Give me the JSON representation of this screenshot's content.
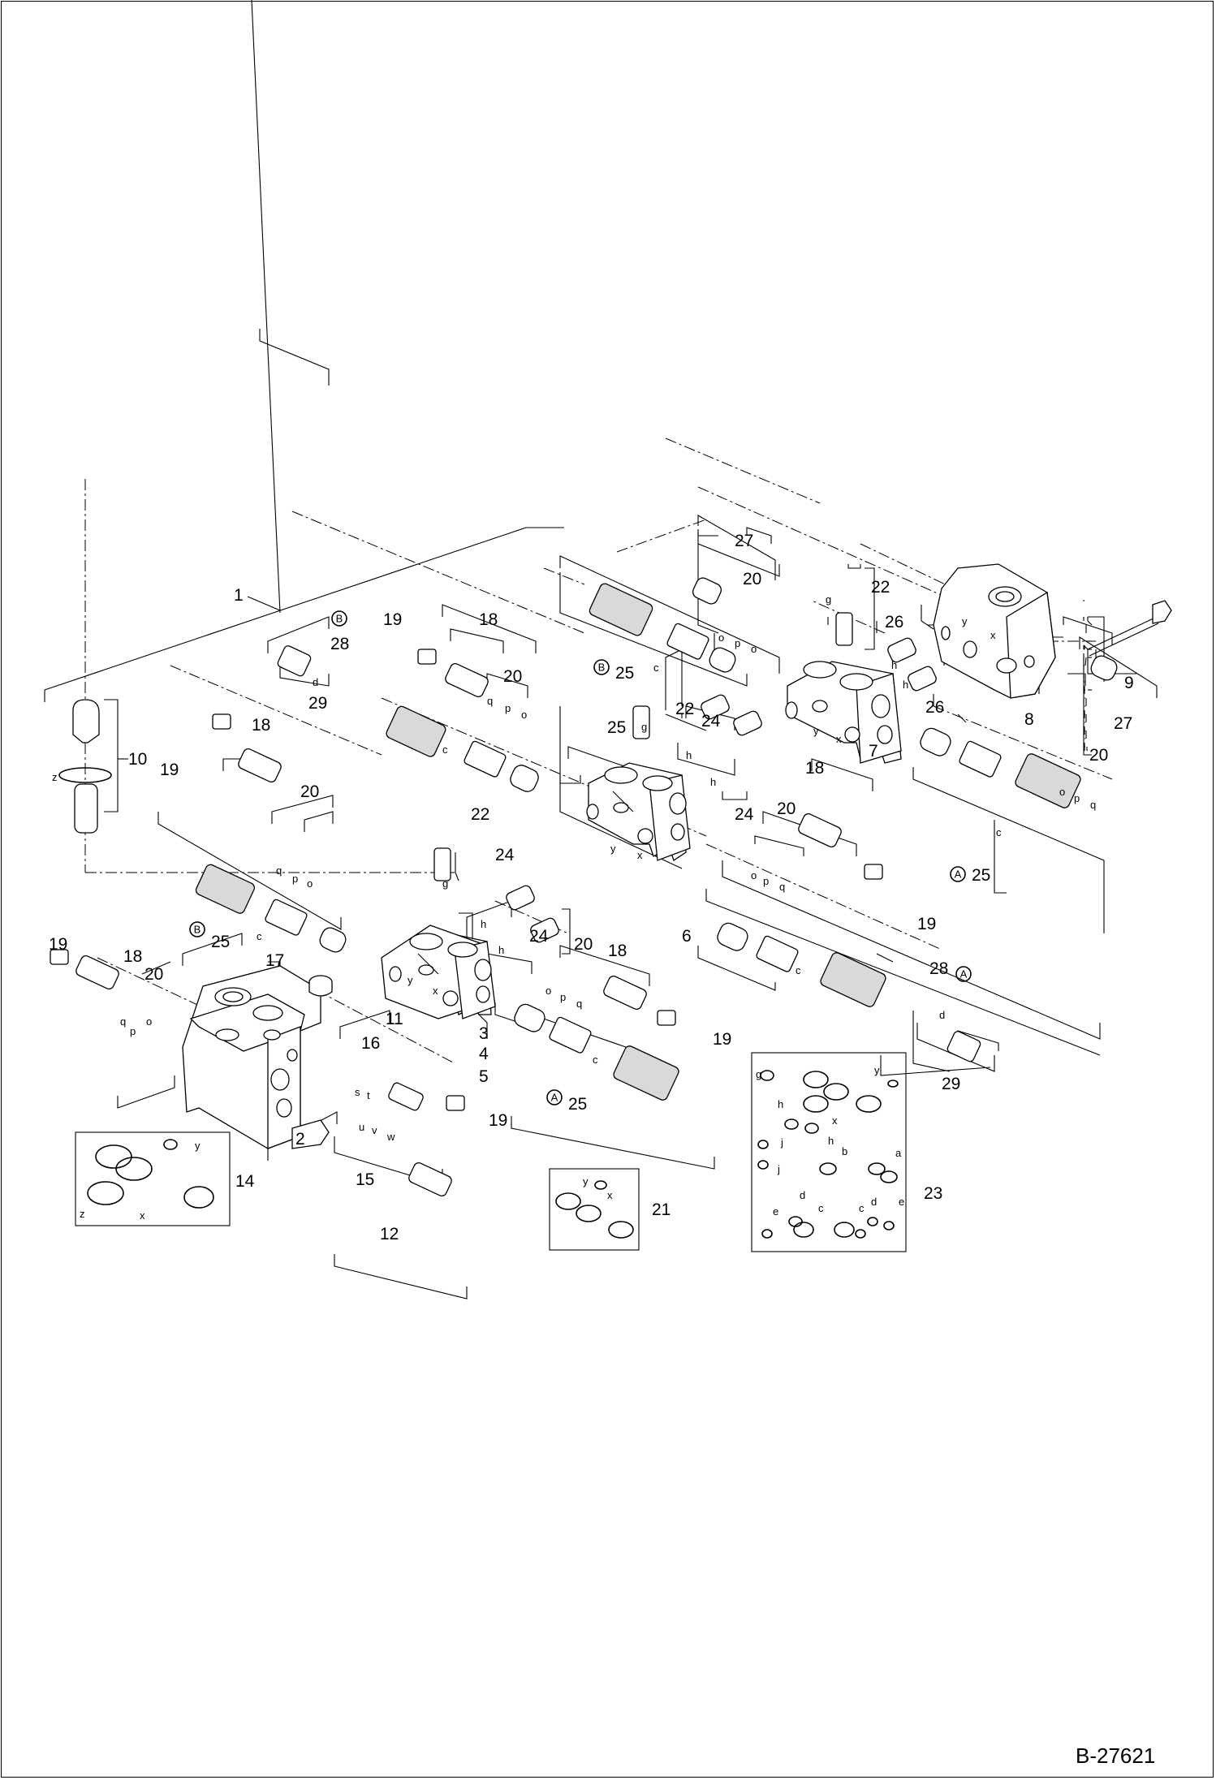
{
  "drawing_ref": "B-27621",
  "callouts": {
    "c1": "1",
    "c2": "2",
    "c3": "3",
    "c4": "4",
    "c5": "5",
    "c6": "6",
    "c7": "7",
    "c8": "8",
    "c9": "9",
    "c10": "10",
    "c11": "11",
    "c12": "12",
    "c14": "14",
    "c15": "15",
    "c16": "16",
    "c17": "17",
    "c18": "18",
    "c19": "19",
    "c20": "20",
    "c21": "21",
    "c22": "22",
    "c23": "23",
    "c24": "24",
    "c25": "25",
    "c26": "26",
    "c27": "27",
    "c28": "28",
    "c29": "29"
  },
  "letters": {
    "a": "a",
    "b": "b",
    "c": "c",
    "d": "d",
    "e": "e",
    "g": "g",
    "h": "h",
    "j": "j",
    "o": "o",
    "p": "p",
    "q": "q",
    "s": "s",
    "t": "t",
    "u": "u",
    "v": "v",
    "w": "w",
    "x": "x",
    "y": "y",
    "z": "z"
  },
  "markers": {
    "A": "A",
    "B": "B"
  }
}
